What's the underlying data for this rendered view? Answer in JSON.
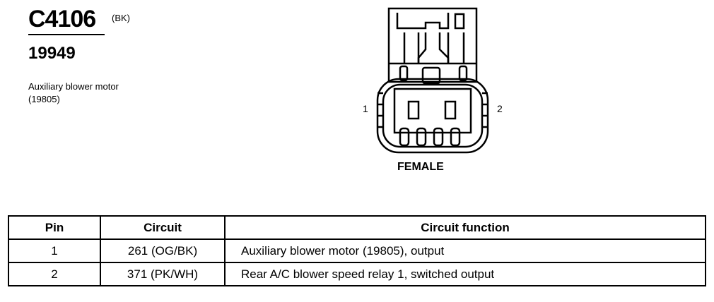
{
  "header": {
    "connector_code": "C4106",
    "wire_color": "(BK)",
    "part_number": "19949",
    "description": "Auxiliary blower motor (19805)"
  },
  "diagram": {
    "pin_left_label": "1",
    "pin_right_label": "2",
    "gender": "FEMALE"
  },
  "table": {
    "columns": [
      "Pin",
      "Circuit",
      "Circuit function"
    ],
    "rows": [
      {
        "pin": "1",
        "circuit": "261 (OG/BK)",
        "function": "Auxiliary blower motor (19805), output"
      },
      {
        "pin": "2",
        "circuit": "371 (PK/WH)",
        "function": "Rear A/C blower speed relay 1, switched output"
      }
    ]
  }
}
